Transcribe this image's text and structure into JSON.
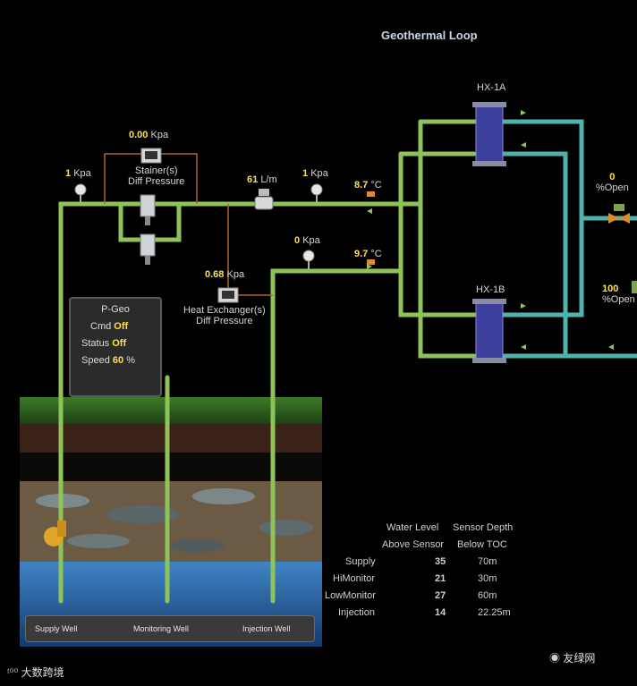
{
  "title": "Geothermal Loop",
  "strainer": {
    "value": "0.00",
    "unit": "Kpa",
    "line1": "Stainer(s)",
    "line2": "Diff Pressure"
  },
  "hx_diff": {
    "value": "0.68",
    "unit": "Kpa",
    "line1": "Heat Exchanger(s)",
    "line2": "Diff Pressure"
  },
  "supply_pressure": {
    "value": "1",
    "unit": "Kpa"
  },
  "flow": {
    "value": "61",
    "unit": "L/m"
  },
  "pressure_after_flow": {
    "value": "1",
    "unit": "Kpa"
  },
  "return_pressure": {
    "value": "0",
    "unit": "Kpa"
  },
  "temp_supply": {
    "value": "8.7",
    "unit": "°C"
  },
  "temp_return": {
    "value": "9.7",
    "unit": "°C"
  },
  "hx1a": "HX-1A",
  "hx1b": "HX-1B",
  "valve1": {
    "value": "0",
    "unit": "%Open"
  },
  "valve2": {
    "value": "100",
    "unit": "%Open"
  },
  "pump": {
    "title": "P-Geo",
    "cmd_label": "Cmd",
    "cmd_value": "Off",
    "status_label": "Status",
    "status_value": "Off",
    "speed_label": "Speed",
    "speed_value": "60",
    "speed_unit": "%"
  },
  "table": {
    "col1_line1": "Water Level",
    "col1_line2": "Above Sensor",
    "col2_line1": "Sensor Depth",
    "col2_line2": "Below TOC",
    "rows": [
      {
        "name": "Supply",
        "level": "35",
        "depth": "70m"
      },
      {
        "name": "HiMonitor",
        "level": "21",
        "depth": "30m"
      },
      {
        "name": "LowMonitor",
        "level": "27",
        "depth": "60m"
      },
      {
        "name": "Injection",
        "level": "14",
        "depth": "22.25m"
      }
    ]
  },
  "wells": {
    "supply": "Supply Well",
    "monitoring": "Monitoring Well",
    "injection": "Injection Well"
  },
  "footer_left": "大数跨境",
  "footer_right": "友绿网",
  "colors": {
    "supply_pipe": "#8fc35a",
    "loop_pipe": "#4fb3ad",
    "value": "#ffe04a",
    "hx": "#3d3f9c"
  }
}
